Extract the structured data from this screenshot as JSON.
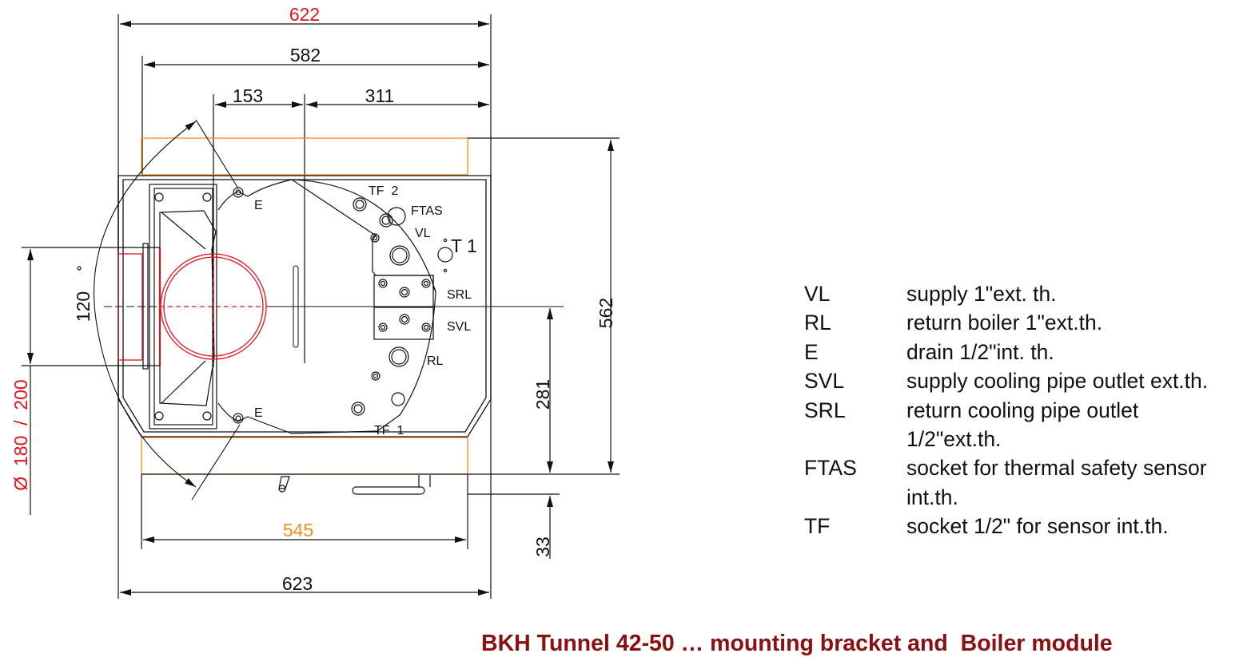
{
  "colors": {
    "line": "#111111",
    "flue_red": "#e0141e",
    "bracket_orange": "#f0901c",
    "title": "#8b0f0f"
  },
  "dimensions": {
    "overall_width_top": "622",
    "bracket_width_top": "582",
    "flue_offset": "153",
    "center_to_right": "311",
    "overall_height": "562",
    "center_height": "281",
    "bottom_offset": "33",
    "flue_height": "120",
    "bracket_width_bottom": "545",
    "overall_width_bottom": "623",
    "flue_diameter": "Ø  180  /  200"
  },
  "labels": {
    "drain_top": "E",
    "drain_bottom": "E",
    "tf2": "TF  2",
    "ftas": "FTAS",
    "vl": "VL",
    "t1": "T 1",
    "srl": "SRL",
    "svl": "SVL",
    "rl": "RL",
    "tf1": "TF  1"
  },
  "legend": [
    {
      "code": "VL",
      "desc": "supply 1\"ext. th."
    },
    {
      "code": "RL",
      "desc": "return boiler 1\"ext.th."
    },
    {
      "code": "E",
      "desc": "drain 1/2\"int. th."
    },
    {
      "code": "SVL",
      "desc": "supply cooling pipe outlet ext.th."
    },
    {
      "code": "SRL",
      "desc": "return cooling pipe outlet"
    },
    {
      "code": "",
      "desc": "1/2\"ext.th."
    },
    {
      "code": "FTAS",
      "desc": "socket for thermal safety sensor"
    },
    {
      "code": "",
      "desc": "int.th."
    },
    {
      "code": "TF",
      "desc": "socket 1/2\" for sensor int.th."
    }
  ],
  "title": "BKH Tunnel 42-50 … mounting bracket and  Boiler module"
}
